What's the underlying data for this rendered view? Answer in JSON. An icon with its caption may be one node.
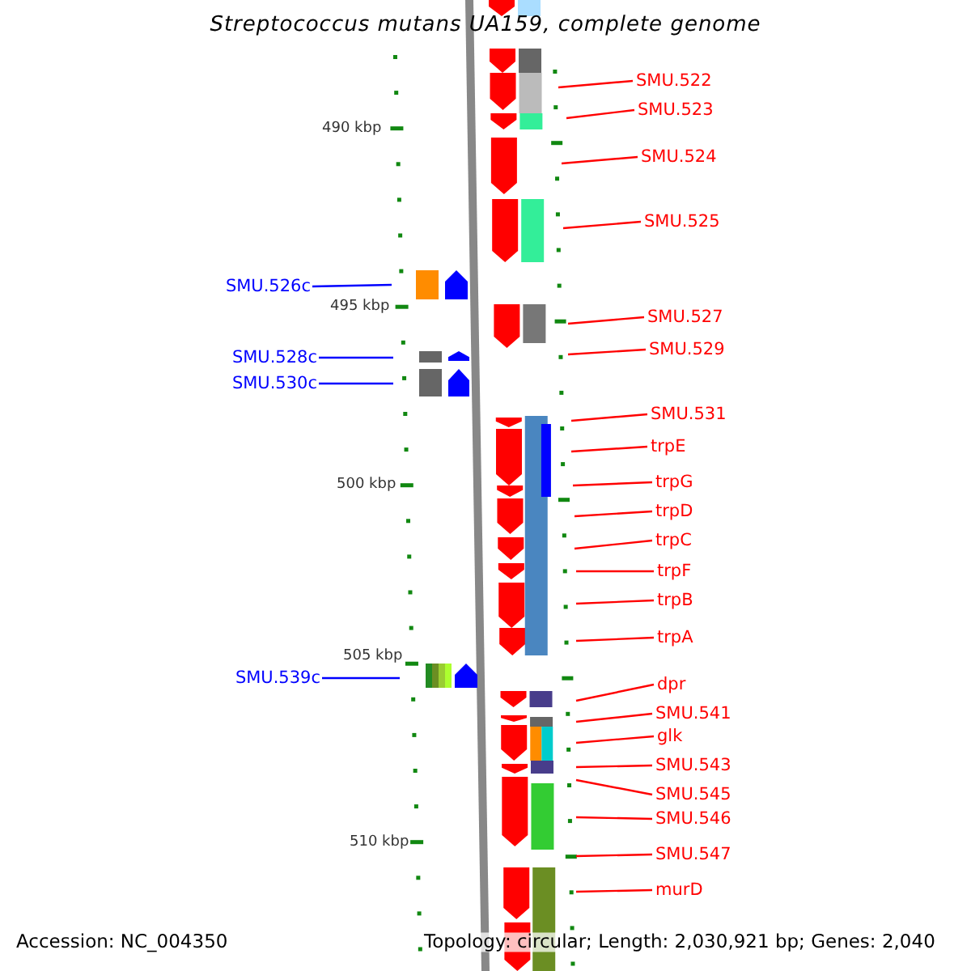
{
  "diagram": {
    "title": "Streptococcus mutans UA159, complete genome",
    "nodes": [
      {
        "text": [
          "SMU.522"
        ]
      },
      {
        "text": [
          "SMU.523"
        ]
      },
      {
        "text": [
          "SMU.524"
        ]
      },
      {
        "text": [
          "SMU.525"
        ]
      },
      {
        "text": [
          "SMU.526c"
        ]
      },
      {
        "text": [
          "SMU.527"
        ]
      },
      {
        "text": [
          "SMU.528c"
        ]
      },
      {
        "text": [
          "SMU.529"
        ]
      },
      {
        "text": [
          "SMU.530c"
        ]
      },
      {
        "text": [
          "SMU.531"
        ]
      },
      {
        "text": [
          "trpE"
        ]
      },
      {
        "text": [
          "trpG"
        ]
      },
      {
        "text": [
          "trpD"
        ]
      },
      {
        "text": [
          "trpC"
        ]
      },
      {
        "text": [
          "trpF"
        ]
      },
      {
        "text": [
          "trpB"
        ]
      },
      {
        "text": [
          "trpA"
        ]
      },
      {
        "text": [
          "SMU.539c"
        ]
      },
      {
        "text": [
          "dpr"
        ]
      },
      {
        "text": [
          "SMU.541"
        ]
      },
      {
        "text": [
          "glk"
        ]
      },
      {
        "text": [
          "SMU.543"
        ]
      },
      {
        "text": [
          "SMU.545"
        ]
      },
      {
        "text": [
          "SMU.546"
        ]
      },
      {
        "text": [
          "SMU.547"
        ]
      },
      {
        "text": [
          "murD"
        ]
      }
    ],
    "edges": [
      {
        "from": 0,
        "to": null,
        "arrow": "none"
      },
      {
        "from": 1,
        "to": null,
        "arrow": "none"
      },
      {
        "from": 2,
        "to": null,
        "arrow": "none"
      },
      {
        "from": 3,
        "to": null,
        "arrow": "none"
      },
      {
        "from": 4,
        "to": null,
        "arrow": "none",
        "color": "#0000ff"
      },
      {
        "from": 5,
        "to": null,
        "arrow": "none"
      },
      {
        "from": 6,
        "to": null,
        "arrow": "none",
        "color": "#0000ff"
      },
      {
        "from": 7,
        "to": null,
        "arrow": "none"
      },
      {
        "from": 8,
        "to": null,
        "arrow": "none",
        "color": "#0000ff"
      },
      {
        "from": 9,
        "to": null,
        "arrow": "none"
      },
      {
        "from": 10,
        "to": null,
        "arrow": "none"
      },
      {
        "from": 11,
        "to": null,
        "arrow": "none"
      },
      {
        "from": 12,
        "to": null,
        "arrow": "none"
      },
      {
        "from": 13,
        "to": null,
        "arrow": "none"
      },
      {
        "from": 14,
        "to": null,
        "arrow": "none"
      },
      {
        "from": 15,
        "to": null,
        "arrow": "none"
      },
      {
        "from": 16,
        "to": null,
        "arrow": "none"
      },
      {
        "from": 17,
        "to": null,
        "arrow": "none",
        "color": "#0000ff"
      },
      {
        "from": 18,
        "to": null,
        "arrow": "none"
      },
      {
        "from": 19,
        "to": null,
        "arrow": "none"
      },
      {
        "from": 20,
        "to": null,
        "arrow": "none"
      },
      {
        "from": 21,
        "to": null,
        "arrow": "none"
      },
      {
        "from": 22,
        "to": null,
        "arrow": "none"
      },
      {
        "from": 23,
        "to": null,
        "arrow": "none"
      },
      {
        "from": 24,
        "to": null,
        "arrow": "none"
      },
      {
        "from": 25,
        "to": null,
        "arrow": "none"
      }
    ],
    "labels": [
      "490 kbp",
      "495 kbp",
      "500 kbp",
      "505 kbp",
      "510 kbp",
      "Accession: NC_004350",
      "Topology: circular; Length: 2,030,921 bp; Genes: 2,040"
    ]
  }
}
